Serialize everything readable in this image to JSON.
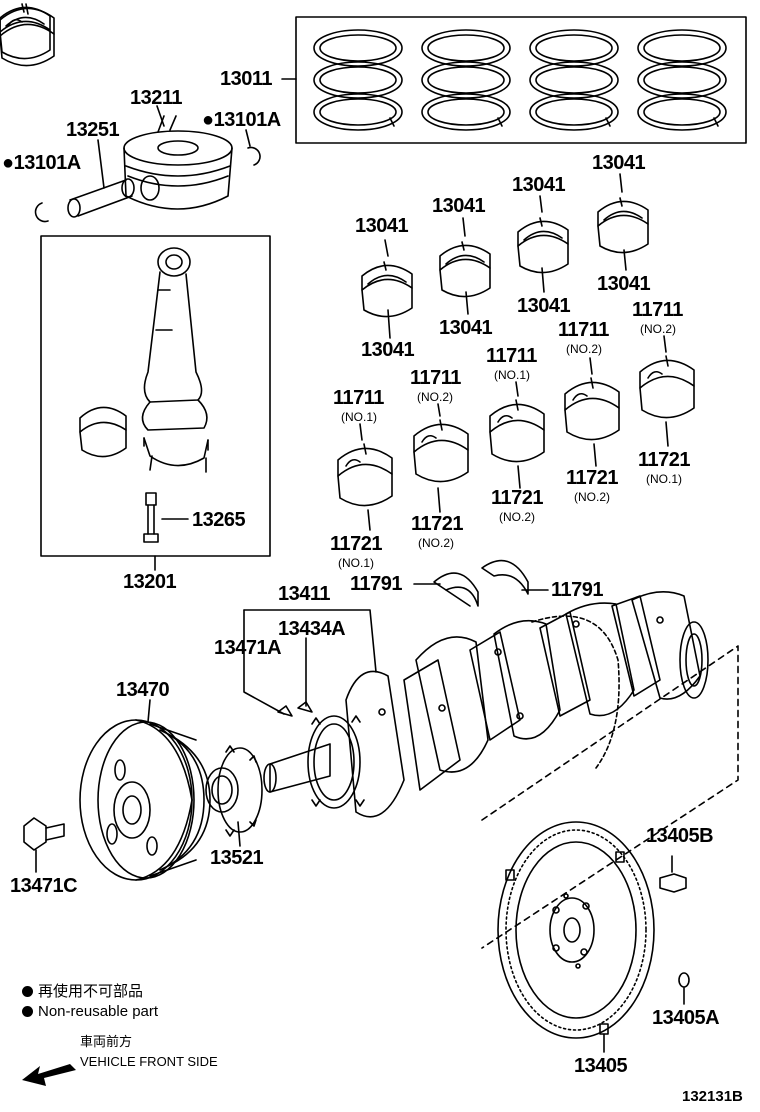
{
  "parts": {
    "p13011": "13011",
    "p13211": "13211",
    "p13101A_right": "●13101A",
    "p13251": "13251",
    "p13101A_left": "●13101A",
    "p13041_a": "13041",
    "p13041_b": "13041",
    "p13041_c": "13041",
    "p13041_d": "13041",
    "p13041_e": "13041",
    "p13041_f": "13041",
    "p13041_g": "13041",
    "p13041_h": "13041",
    "p11711_1": "11711",
    "p11711_1_sub": "(NO.1)",
    "p11711_2": "11711",
    "p11711_2_sub": "(NO.2)",
    "p11711_3": "11711",
    "p11711_3_sub": "(NO.1)",
    "p11711_4": "11711",
    "p11711_4_sub": "(NO.2)",
    "p11711_5": "11711",
    "p11711_5_sub": "(NO.2)",
    "p11721_1": "11721",
    "p11721_1_sub": "(NO.1)",
    "p11721_2": "11721",
    "p11721_2_sub": "(NO.2)",
    "p11721_3": "11721",
    "p11721_3_sub": "(NO.2)",
    "p11721_4": "11721",
    "p11721_4_sub": "(NO.2)",
    "p11721_5": "11721",
    "p11721_5_sub": "(NO.1)",
    "p13265": "13265",
    "p13201": "13201",
    "p11791_left": "11791",
    "p11791_right": "11791",
    "p13411": "13411",
    "p13434A": "13434A",
    "p13471A": "13471A",
    "p13470": "13470",
    "p13521": "13521",
    "p13471C": "13471C",
    "p13405B": "13405B",
    "p13405A": "13405A",
    "p13405": "13405"
  },
  "legend": {
    "line1": "再使用不可部品",
    "line2": "Non-reusable part",
    "front_jp": "車両前方",
    "front_en": "VEHICLE FRONT SIDE"
  },
  "diagram_code": "132131B"
}
